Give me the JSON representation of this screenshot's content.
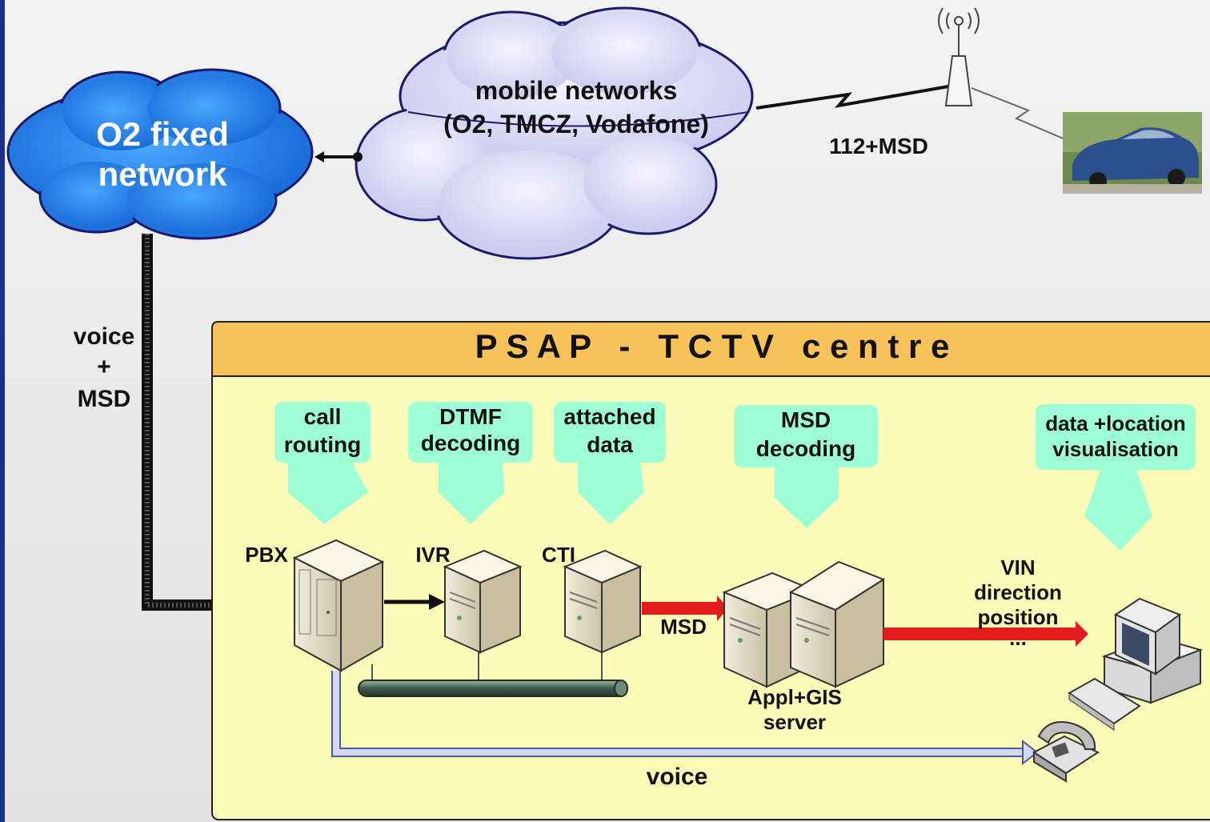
{
  "clouds": {
    "fixed": {
      "line1": "O2 fixed",
      "line2": "network"
    },
    "mobile": {
      "line1": "mobile networks",
      "line2": "(O2, TMCZ, Vodafone)"
    }
  },
  "link_label": "112+MSD",
  "voice_msd": {
    "line1": "voice",
    "line2": "+",
    "line3": "MSD"
  },
  "psap": {
    "title": "P S A P   -   T C T V   c e n t r e"
  },
  "callouts": [
    {
      "line1": "call",
      "line2": "routing"
    },
    {
      "line1": "DTMF",
      "line2": "decoding"
    },
    {
      "line1": "attached",
      "line2": "data"
    },
    {
      "line1": "MSD",
      "line2": "decoding"
    },
    {
      "line1": "data +location",
      "line2": "visualisation"
    }
  ],
  "devices": {
    "pbx": "PBX",
    "ivr": "IVR",
    "cti": "CTI",
    "server_line1": "Appl+GIS",
    "server_line2": "server"
  },
  "arrows": {
    "msd": "MSD",
    "info": {
      "line1": "VIN",
      "line2": "direction",
      "line3": "position",
      "line4": "..."
    },
    "voice": "voice"
  },
  "colors": {
    "psap_header": "#f7c25a",
    "psap_body": "#fdfbb8",
    "callout": "#9effd7",
    "msd_arrow": "#e31b1b",
    "fixed_cloud": "#2b7fe6",
    "mobile_cloud": "#d9d8f2",
    "cloud_border": "#1a1a6e"
  }
}
